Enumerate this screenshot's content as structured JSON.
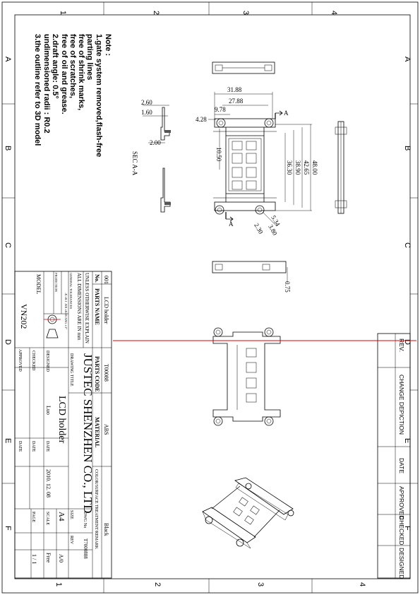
{
  "border_zones": {
    "columns": [
      "1",
      "2",
      "3",
      "4"
    ],
    "rows": [
      "A",
      "B",
      "C",
      "D",
      "E",
      "F"
    ]
  },
  "notes": {
    "heading": "Note :",
    "lines": [
      "1.gate system removed,flash-free",
      "   parting lines",
      "   free of shrink marks,",
      "   free of scratches,",
      "   free of oil and grease.",
      "2.draft angle: 0.5°",
      "   undimensioned radii : R0.2",
      "3.the outline refer to 3D model"
    ]
  },
  "dimensions": {
    "d_31_88": "31.88",
    "d_27_88": "27.88",
    "d_9_78": "9.78",
    "d_4_28": "4.28",
    "d_10_50": "10.50",
    "d_48_00": "48.00",
    "d_42_65": "42.65",
    "d_38_90": "38.90",
    "d_36_30": "36.30",
    "d_5_34": "5.34",
    "d_3_80": "3.80",
    "d_2_30": "2.30",
    "d_2_60": "2.60",
    "d_1_60": "1.60",
    "d_2_00": "2.00",
    "d_0_75": "0.75",
    "section_mark": "A",
    "section_label": "SEC A-A"
  },
  "revision_table": {
    "headers": [
      "REV.",
      "CHANGE DEPICTION",
      "DATE",
      "APPROVED",
      "CHECKED",
      "DESIGNED"
    ]
  },
  "title_block": {
    "item_no": "001",
    "item_name": "LCD holder",
    "no_label": "No.",
    "parts_name_label": "PARTS NAME",
    "parts_code_label": "PARTS CODE",
    "material_label": "MATERIAL",
    "color_label": "COLOR/SURFACE TREATMENT/REMARK",
    "parts_code": "T00088",
    "material": "ABS",
    "color": "Black",
    "tolerance_note": "UNLESS OTHERWISE EXPLAIN",
    "units_note": "ALL DIMENSIONS ARE IN mm",
    "general_tol_label": "GENERAL TOLERANCES",
    "tol_values": [
      ".X ±0.1  .XX ±0.05  ANG ±1°"
    ],
    "projection_label": "PROJECTION",
    "model_label": "MODEL",
    "model": "VN202",
    "company": "JUSTEC SHENZHEN CO., LTD",
    "drawing_title_label": "DRAWING TITLE",
    "drawing_title": "LCD holder",
    "designed_label": "DESIGNED",
    "designer": "Luo",
    "checked_label": "CHECKED",
    "approved_label": "APPROVED",
    "date_label": "DATE",
    "date_value": "2010. 12. 08",
    "date_label2": "DATE",
    "date_label3": "DATE",
    "dwg_no_label": "DWG No",
    "dwg_no": "T7000888",
    "size_label": "SIZE",
    "size": "A4",
    "rev_label": "REV",
    "rev": "A/0",
    "scale_label": "SCALE",
    "scale": "Free",
    "page_label": "PAGE",
    "page": "1 / 1"
  }
}
